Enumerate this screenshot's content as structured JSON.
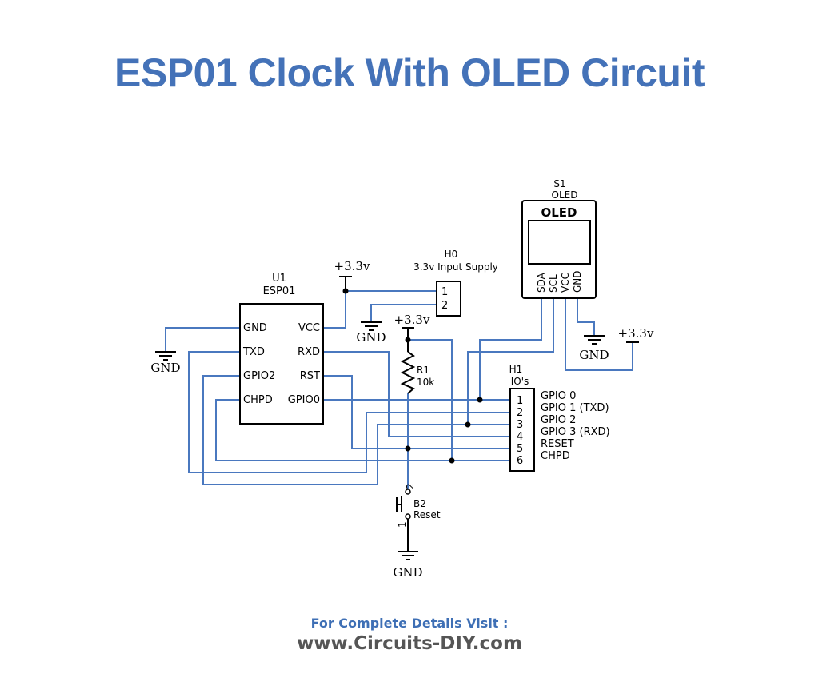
{
  "title": "ESP01 Clock With OLED Circuit",
  "footer": {
    "line1": "For Complete Details Visit :",
    "line2": "www.Circuits-DIY.com"
  },
  "u1": {
    "designator": "U1",
    "name": "ESP01",
    "pins_left": [
      "GND",
      "TXD",
      "GPIO2",
      "CHPD"
    ],
    "pins_right": [
      "VCC",
      "RXD",
      "RST",
      "GPIO0"
    ]
  },
  "h0": {
    "designator": "H0",
    "name": "3.3v Input Supply",
    "pins": [
      "1",
      "2"
    ]
  },
  "s1": {
    "designator": "S1",
    "name": "OLED",
    "screen_label": "OLED",
    "pins": [
      "SDA",
      "SCL",
      "VCC",
      "GND"
    ]
  },
  "r1": {
    "designator": "R1",
    "value": "10k"
  },
  "h1": {
    "designator": "H1",
    "name": "IO's",
    "pins": [
      "1",
      "2",
      "3",
      "4",
      "5",
      "6"
    ],
    "signals": [
      "GPIO 0",
      "GPIO 1 (TXD)",
      "GPIO 2",
      "GPIO 3 (RXD)",
      "RESET",
      "CHPD"
    ]
  },
  "b2": {
    "designator": "B2",
    "name": "Reset",
    "pin_top": "2",
    "pin_bottom": "1"
  },
  "power": {
    "vcc_label": "+3.3v",
    "gnd_label": "GND"
  }
}
